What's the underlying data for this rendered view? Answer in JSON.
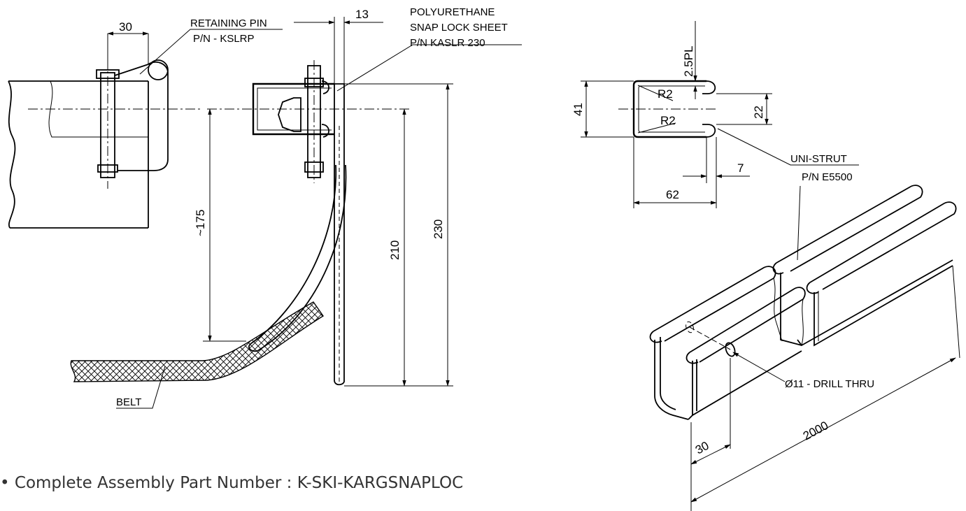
{
  "labels": {
    "retaining_pin": "RETAINING PIN",
    "retaining_pin_pn": "P/N - KSLRP",
    "polyurethane": "POLYURETHANE",
    "snap_lock_sheet": "SNAP LOCK SHEET",
    "snap_lock_pn": "P/N KASLR 230",
    "belt": "BELT",
    "unistrut": "UNI-STRUT",
    "unistrut_pn": "P/N E5500",
    "drill": "Ø11 - DRILL THRU"
  },
  "dimensions": {
    "pin_spacing": "30",
    "sheet_offset": "13",
    "curve_height": "~175",
    "height_210": "210",
    "height_230": "230",
    "wall": "2.5PL",
    "height_41": "41",
    "slot_22": "22",
    "radius_top": "R2",
    "radius_bottom": "R2",
    "lip_7": "7",
    "width_62": "62",
    "hole_30": "30",
    "length_2000": "2000"
  },
  "footer": {
    "bullet": "•",
    "text": "Complete Assembly Part Number : K-SKI-KARGSNAPLOC"
  }
}
